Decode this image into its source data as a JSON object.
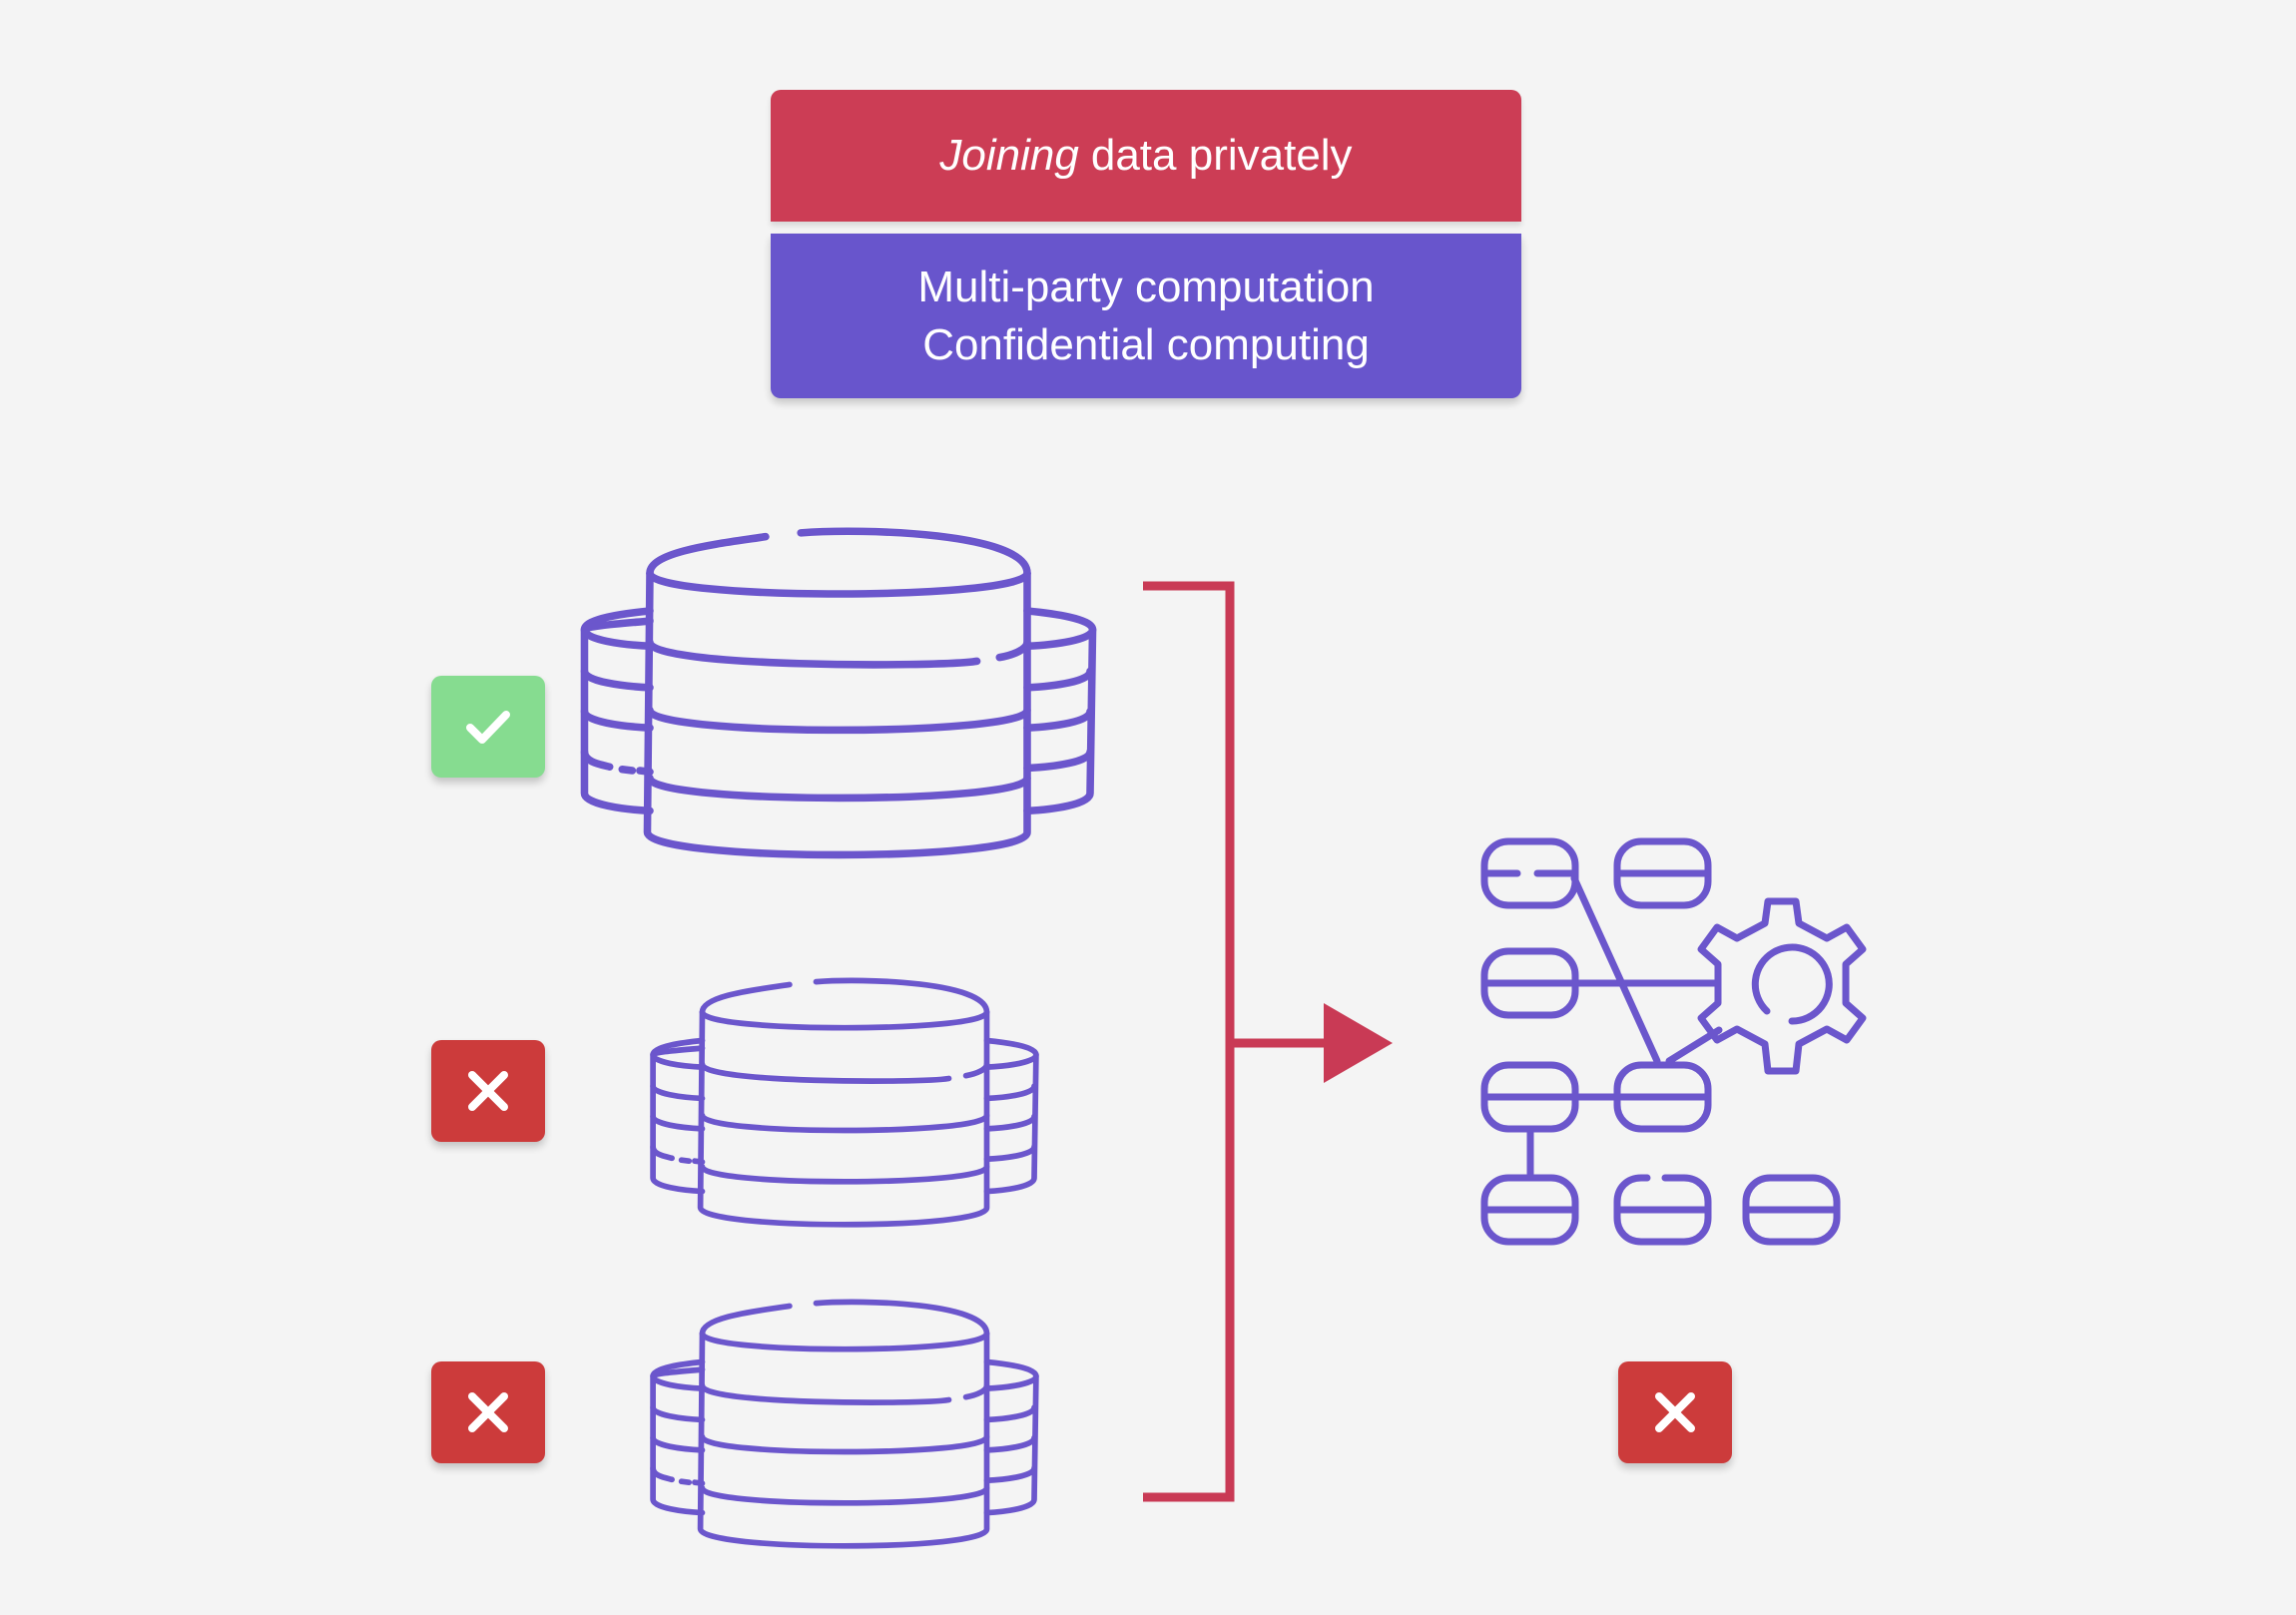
{
  "header": {
    "title_em": "Joining",
    "title_rest": "data privately",
    "subtitle_line1": "Multi-party computation",
    "subtitle_line2": "Confidential computing"
  },
  "colors": {
    "title_bg": "#cc3d55",
    "subtitle_bg": "#6855cc",
    "icon_stroke": "#6b56cc",
    "bracket": "#c93a55",
    "check_bg": "#86dc90",
    "cross_bg": "#cc3b3b"
  },
  "icons": {
    "database_large": "database-stack-icon",
    "database_small": "database-stack-icon",
    "process": "data-processing-gear-icon",
    "check": "check-icon",
    "cross": "cross-icon"
  },
  "status": {
    "db1": "allowed",
    "db2": "blocked",
    "db3": "blocked",
    "result": "blocked"
  }
}
